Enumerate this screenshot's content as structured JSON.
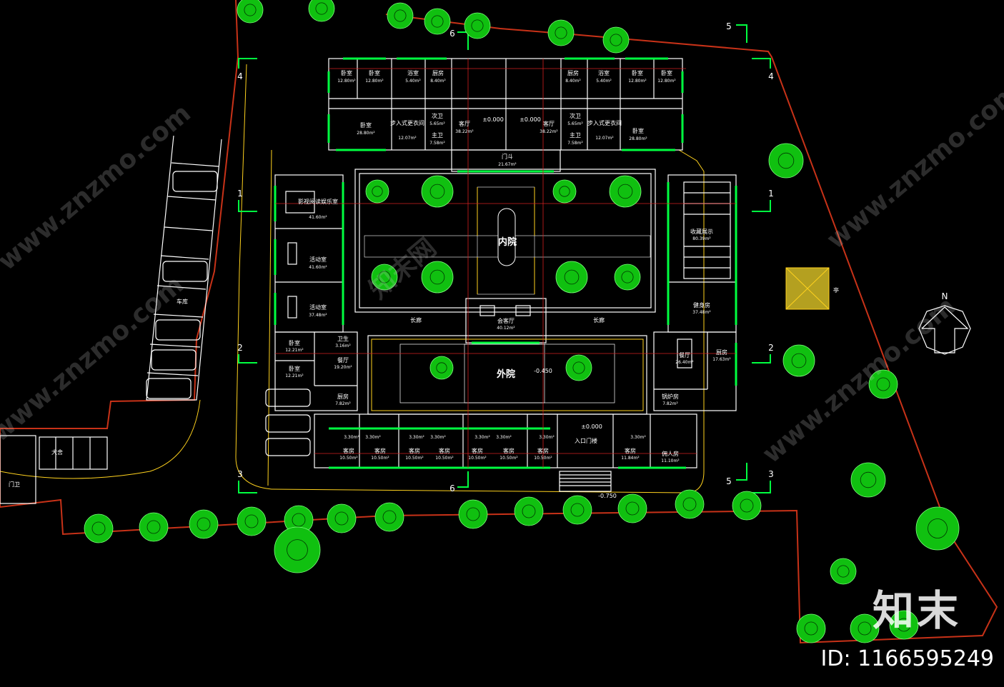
{
  "plan": {
    "inner_courtyard": "内院",
    "outer_courtyard": "外院",
    "north_symbol": "N",
    "levels": {
      "ground": "±0.000",
      "outer_yard": "-0.450",
      "entrance": "-0.750"
    },
    "axis_labels": {
      "left": [
        "1",
        "2",
        "3",
        "4"
      ],
      "right": [
        "1",
        "2",
        "3",
        "4"
      ],
      "top": [
        "5",
        "6"
      ],
      "bottom": [
        "5",
        "6"
      ]
    },
    "north_wing": [
      {
        "name": "卧室",
        "area": "12.80m²"
      },
      {
        "name": "卧室",
        "area": "12.80m²"
      },
      {
        "name": "浴室",
        "area": "5.40m²"
      },
      {
        "name": "厨房",
        "area": "8.40m²"
      },
      {
        "name": "卧室",
        "area": "28.80m²"
      },
      {
        "name": "步入式更衣间",
        "area": "12.07m²"
      },
      {
        "name": "次卫",
        "area": "5.65m²"
      },
      {
        "name": "主卫",
        "area": "7.58m²"
      },
      {
        "name": "客厅",
        "area": "38.22m²"
      },
      {
        "name": "客厅",
        "area": "38.22m²"
      },
      {
        "name": "厨房",
        "area": "8.40m²"
      },
      {
        "name": "浴室",
        "area": "5.40m²"
      },
      {
        "name": "卧室",
        "area": "12.80m²"
      },
      {
        "name": "卧室",
        "area": "12.80m²"
      },
      {
        "name": "次卫",
        "area": "5.65m²"
      },
      {
        "name": "步入式更衣间",
        "area": "12.07m²"
      },
      {
        "name": "主卫",
        "area": "7.58m²"
      },
      {
        "name": "卧室",
        "area": "28.80m²"
      },
      {
        "name": "门斗",
        "area": "21.67m²"
      }
    ],
    "west_wing": [
      {
        "name": "影视阅读娱乐室",
        "area": "41.60m²"
      },
      {
        "name": "活动室",
        "area": "41.60m²"
      },
      {
        "name": "活动室",
        "area": "37.48m²"
      },
      {
        "name": "卧室",
        "area": "12.21m²"
      },
      {
        "name": "卧室",
        "area": "12.21m²"
      },
      {
        "name": "卫生",
        "area": "3.16m²"
      },
      {
        "name": "餐厅",
        "area": "19.20m²"
      },
      {
        "name": "厨房",
        "area": "7.82m²"
      }
    ],
    "east_wing": [
      {
        "name": "收藏展示",
        "area": "80.39m²"
      },
      {
        "name": "健身房",
        "area": "37.48m²"
      },
      {
        "name": "餐厅",
        "area": "26.40m²"
      },
      {
        "name": "厨房",
        "area": "17.63m²"
      },
      {
        "name": "锅炉房",
        "area": "7.82m²"
      }
    ],
    "center": [
      {
        "name": "会客厅",
        "area": "40.12m²"
      },
      {
        "name": "长廊",
        "area": ""
      },
      {
        "name": "长廊",
        "area": ""
      }
    ],
    "south_wing": [
      {
        "name": "客房",
        "area": "10.50m²"
      },
      {
        "name": "客房",
        "area": "10.50m²"
      },
      {
        "name": "客房",
        "area": "10.50m²"
      },
      {
        "name": "客房",
        "area": "10.50m²"
      },
      {
        "name": "客房",
        "area": "10.50m²"
      },
      {
        "name": "客房",
        "area": "10.50m²"
      },
      {
        "name": "客房",
        "area": "10.50m²"
      },
      {
        "name": "客房",
        "area": "11.84m²"
      },
      {
        "name": "佣人房",
        "area": "11.10m²"
      },
      {
        "name": "入口门楼",
        "area": ""
      }
    ],
    "bath_small": "3.30m²",
    "site": {
      "garage": "车库",
      "gate": "门卫",
      "dog": "犬舍",
      "pavilion": "亭"
    }
  },
  "watermark": {
    "site_text": "www.znzmo.com",
    "brand": "知末",
    "brand_small": "知末网",
    "id_label": "ID: 1166595249"
  },
  "colors": {
    "background": "#000000",
    "wall": "#ffffff",
    "window": "#00ff40",
    "grid": "#d32020",
    "boundary": "#c83218",
    "tree": "#10c010",
    "yellow": "#ffd21e"
  }
}
